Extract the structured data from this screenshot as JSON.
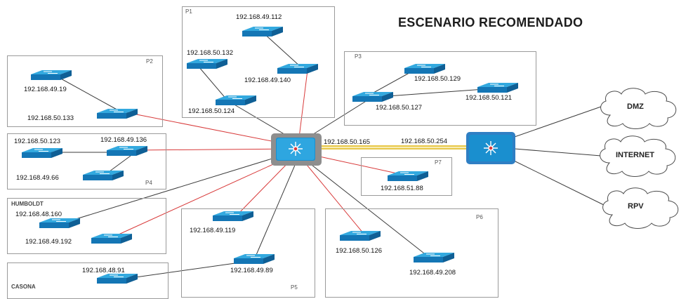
{
  "title": "ESCENARIO RECOMENDADO",
  "zones": {
    "p1": "P1",
    "p2": "P2",
    "p3": "P3",
    "p4": "P4",
    "p5": "P5",
    "p6": "P6",
    "p7": "P7",
    "humboldt": "HUMBOLDT",
    "casona": "CASONA"
  },
  "ips": {
    "p1_top": "192.168.49.112",
    "p1_left": "192.168.50.132",
    "p1_mid": "192.168.49.140",
    "p1_bottom": "192.168.50.124",
    "p2_top": "192.168.49.19",
    "p2_bottom": "192.168.50.133",
    "p3_top": "192.168.50.129",
    "p3_right": "192.168.50.121",
    "p3_mid": "192.168.50.127",
    "p4_left": "192.168.50.123",
    "p4_right": "192.168.49.136",
    "p4_bottom": "192.168.49.66",
    "core_left": "192.168.50.165",
    "core_right": "192.168.50.254",
    "p7": "192.168.51.88",
    "hum_top": "192.168.48.160",
    "hum_bottom": "192.168.49.192",
    "p5_top": "192.168.49.119",
    "p5_bottom": "192.168.49.89",
    "p6_left": "192.168.50.126",
    "p6_right": "192.168.49.208",
    "casona": "192.168.48.91"
  },
  "clouds": {
    "dmz": "DMZ",
    "internet": "INTERNET",
    "rpv": "RPV"
  },
  "colors": {
    "switch_top": "#33a9df",
    "switch_front": "#1476b5",
    "link_red": "#d83a3a",
    "link_dark": "#3b3b3b",
    "trunk": "#e8c84a",
    "core_frame": "#8e8e8e"
  }
}
